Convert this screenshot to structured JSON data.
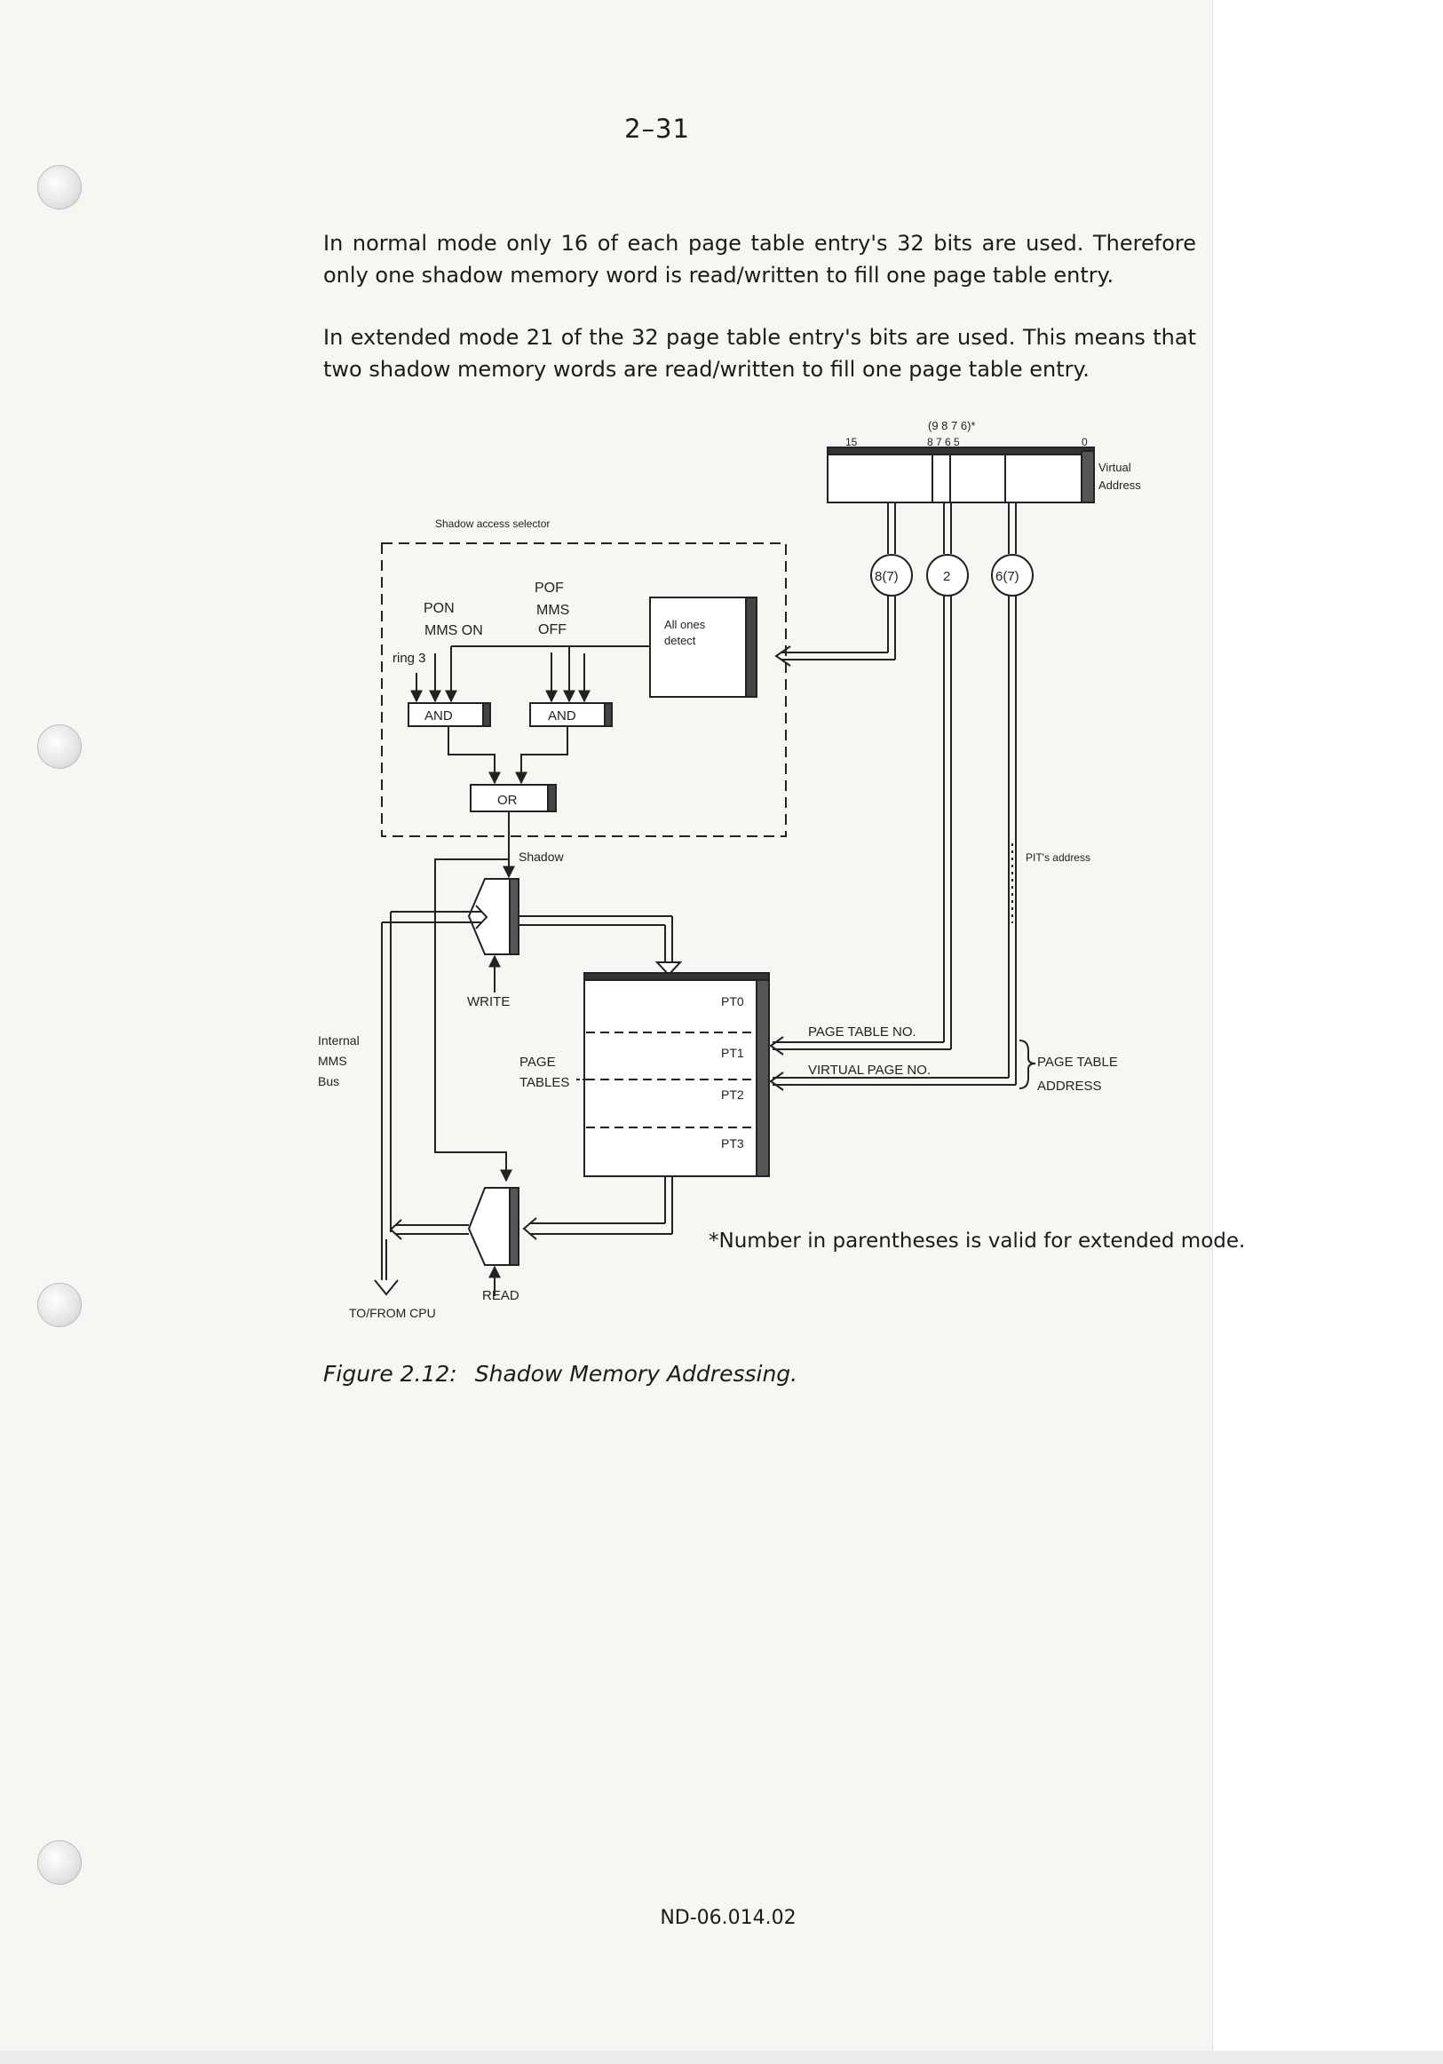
{
  "header": {
    "page_number": "2–31"
  },
  "paragraphs": [
    "In normal mode only 16 of each page table entry's 32 bits are used. Therefore only one shadow memory word is read/written to fill one page table entry.",
    "In extended mode 21 of the 32 page table entry's bits are used. This means that two shadow memory words are read/written to fill one page table entry."
  ],
  "figure": {
    "bit_numbers_extended": "(9 8 7 6)*",
    "bit_15": "15",
    "bits_normal": "8 7 6 5",
    "bit_0": "0",
    "virtual_address": [
      "Virtual",
      "Address"
    ],
    "shadow_access_selector": "Shadow access selector",
    "pof": "POF",
    "mms_off": [
      "MMS",
      "OFF"
    ],
    "pon": "PON",
    "mms_on": "MMS ON",
    "ring3": "ring 3",
    "all_ones_detect": [
      "All ones",
      "detect"
    ],
    "and_left": "AND",
    "and_right": "AND",
    "or_gate": "OR",
    "shadow": "Shadow",
    "circle_left": "8(7)",
    "circle_mid": "2",
    "circle_right": "6(7)",
    "pit_address": "PIT's address",
    "write": "WRITE",
    "read": "READ",
    "internal_mms_bus": [
      "Internal",
      "MMS",
      "Bus"
    ],
    "page_tables": [
      "PAGE",
      "TABLES"
    ],
    "pt0": "PT0",
    "pt1": "PT1",
    "pt2": "PT2",
    "pt3": "PT3",
    "page_table_no": "PAGE TABLE NO.",
    "virtual_page_no": "VIRTUAL PAGE NO.",
    "page_table_address": [
      "PAGE TABLE",
      "ADDRESS"
    ],
    "to_from_cpu": "TO/FROM CPU",
    "footnote": "*Number in parentheses is valid for extended mode.",
    "caption_label": "Figure 2.12:",
    "caption_title": "Shadow Memory Addressing."
  },
  "footer": {
    "document_id": "ND-06.014.02"
  }
}
